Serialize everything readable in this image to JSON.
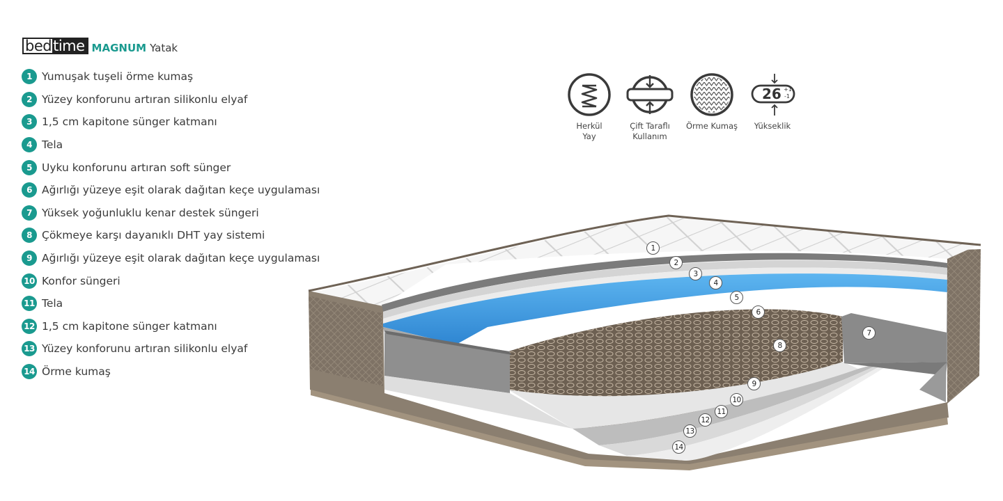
{
  "brand": {
    "logo_a": "bed",
    "logo_b": "time",
    "model": "MAGNUM",
    "product": "Yatak"
  },
  "colors": {
    "accent": "#1a9a8f",
    "foam_blue": "#3d9ae0",
    "fabric_brown": "#7a6d5e",
    "side_gray": "#8a8a8a"
  },
  "features": [
    {
      "num": "1",
      "text": "Yumuşak tuşeli örme kumaş"
    },
    {
      "num": "2",
      "text": "Yüzey konforunu artıran silikonlu elyaf"
    },
    {
      "num": "3",
      "text": "1,5 cm kapitone sünger katmanı"
    },
    {
      "num": "4",
      "text": "Tela"
    },
    {
      "num": "5",
      "text": "Uyku konforunu artıran soft sünger"
    },
    {
      "num": "6",
      "text": "Ağırlığı yüzeye eşit olarak dağıtan keçe uygulaması"
    },
    {
      "num": "7",
      "text": "Yüksek yoğunluklu kenar destek süngeri"
    },
    {
      "num": "8",
      "text": "Çökmeye karşı dayanıklı DHT yay sistemi"
    },
    {
      "num": "9",
      "text": "Ağırlığı yüzeye eşit olarak dağıtan keçe uygulaması"
    },
    {
      "num": "10",
      "text": "Konfor süngeri"
    },
    {
      "num": "11",
      "text": "Tela"
    },
    {
      "num": "12",
      "text": "1,5 cm kapitone sünger katmanı"
    },
    {
      "num": "13",
      "text": "Yüzey konforunu artıran silikonlu elyaf"
    },
    {
      "num": "14",
      "text": "Örme kumaş"
    }
  ],
  "icons": [
    {
      "icon": "spring-icon",
      "line1": "Herkül",
      "line2": "Yay"
    },
    {
      "icon": "double-sided-icon",
      "line1": "Çift Taraflı",
      "line2": "Kullanım"
    },
    {
      "icon": "knit-fabric-icon",
      "line1": "Örme Kumaş",
      "line2": ""
    },
    {
      "icon": "height-icon",
      "line1": "Yükseklik",
      "line2": "",
      "value": "26",
      "tolerance_plus": "+1",
      "tolerance_minus": "-1"
    }
  ],
  "callouts": [
    "1",
    "2",
    "3",
    "4",
    "5",
    "6",
    "7",
    "8",
    "9",
    "10",
    "11",
    "12",
    "13",
    "14"
  ]
}
